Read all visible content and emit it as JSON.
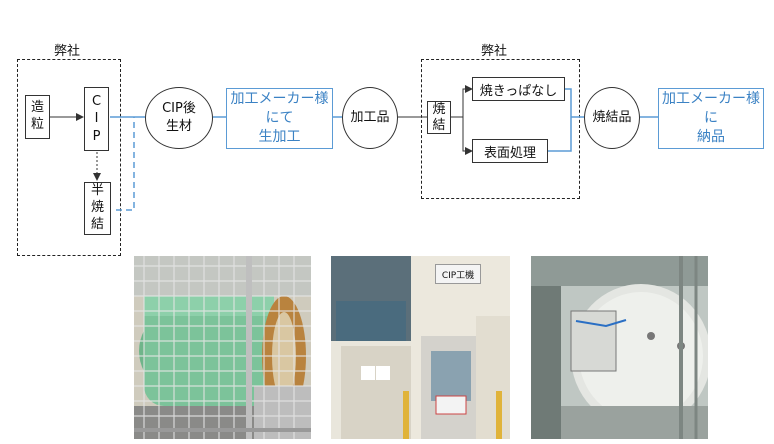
{
  "colors": {
    "accent": "#5b9bd5",
    "accent_text": "#3b82c4",
    "line": "#333333"
  },
  "left_group": {
    "label": "弊社"
  },
  "right_group": {
    "label": "弊社"
  },
  "nodes": {
    "granulation": "造\n粒",
    "cip": "C\nI\nP",
    "semi_sinter": "半\n焼\n結",
    "cip_green": "CIP後\n生材",
    "maker_machining": "加工メーカー様\nにて\n生加工",
    "machined": "加工品",
    "sinter": "焼\n結",
    "as_sintered": "焼きっぱなし",
    "surface": "表面処理",
    "sintered_product": "焼結品",
    "deliver": "加工メーカー様\nに\n納品"
  },
  "photos": {
    "photo2_sign": "CIP工機"
  }
}
